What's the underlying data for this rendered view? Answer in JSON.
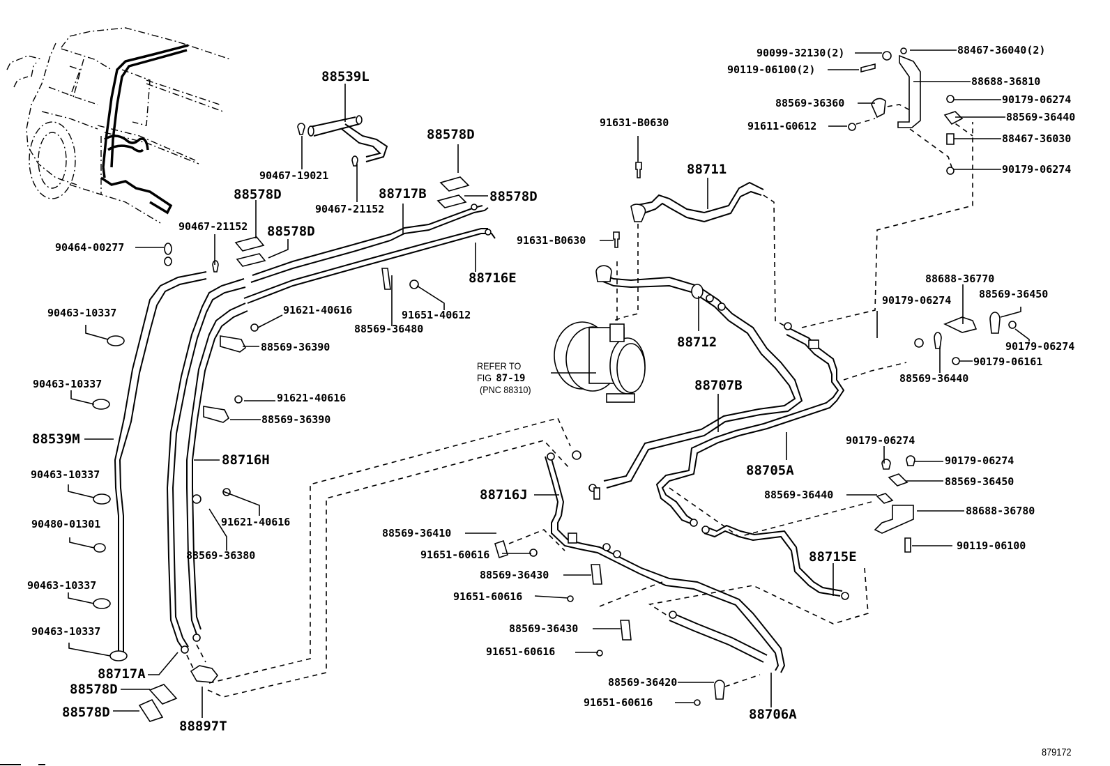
{
  "diagram": {
    "title": "Air Conditioner Tube & Accessory Assembly",
    "figure_id": "879172",
    "refer_note": {
      "line1": "REFER TO",
      "line2_prefix": "FIG",
      "line2_fig": "87-19",
      "line3": "(PNC 88310)"
    },
    "assemblies": {
      "a88539L": "88539L",
      "a88539M": "88539M",
      "a88717B": "88717B",
      "a88717A": "88717A",
      "a88716E": "88716E",
      "a88716H": "88716H",
      "a88716J": "88716J",
      "a88711": "88711",
      "a88712": "88712",
      "a88707B": "88707B",
      "a88705A": "88705A",
      "a88715E": "88715E",
      "a88706A": "88706A",
      "a88897T": "88897T",
      "a88578D_1": "88578D",
      "a88578D_2": "88578D",
      "a88578D_3": "88578D",
      "a88578D_4": "88578D",
      "a88578D_5": "88578D",
      "a88578D_6": "88578D"
    },
    "parts": {
      "p90099_32130": "90099-32130(2)",
      "p88467_36040": "88467-36040(2)",
      "p90119_06100_2": "90119-06100(2)",
      "p88688_36810": "88688-36810",
      "p90179_06274_a": "90179-06274",
      "p88569_36360": "88569-36360",
      "p88569_36440_a": "88569-36440",
      "p91611_G0612": "91611-G0612",
      "p88467_36030": "88467-36030",
      "p90179_06274_b": "90179-06274",
      "p91631_B0630_a": "91631-B0630",
      "p91631_B0630_b": "91631-B0630",
      "p90467_19021": "90467-19021",
      "p90467_21152_a": "90467-21152",
      "p90467_21152_b": "90467-21152",
      "p90464_00277": "90464-00277",
      "p91621_40616_a": "91621-40616",
      "p91651_40612": "91651-40612",
      "p88569_36480": "88569-36480",
      "p88569_36390_a": "88569-36390",
      "p91621_40616_b": "91621-40616",
      "p88569_36390_b": "88569-36390",
      "p91621_40616_c": "91621-40616",
      "p88569_36380": "88569-36380",
      "p90463_10337_a": "90463-10337",
      "p90463_10337_b": "90463-10337",
      "p90463_10337_c": "90463-10337",
      "p90480_01301": "90480-01301",
      "p90463_10337_d": "90463-10337",
      "p90463_10337_e": "90463-10337",
      "p88688_36770": "88688-36770",
      "p90179_06274_c": "90179-06274",
      "p88569_36450_a": "88569-36450",
      "p90179_06274_d": "90179-06274",
      "p90179_06161": "90179-06161",
      "p88569_36440_b": "88569-36440",
      "p90179_06274_e": "90179-06274",
      "p90179_06274_f": "90179-06274",
      "p88569_36450_b": "88569-36450",
      "p88569_36440_c": "88569-36440",
      "p88688_36780": "88688-36780",
      "p90119_06100": "90119-06100",
      "p88569_36410": "88569-36410",
      "p91651_60616_a": "91651-60616",
      "p88569_36430_a": "88569-36430",
      "p91651_60616_b": "91651-60616",
      "p88569_36430_b": "88569-36430",
      "p91651_60616_c": "91651-60616",
      "p88569_36420": "88569-36420",
      "p91651_60616_d": "91651-60616"
    }
  }
}
